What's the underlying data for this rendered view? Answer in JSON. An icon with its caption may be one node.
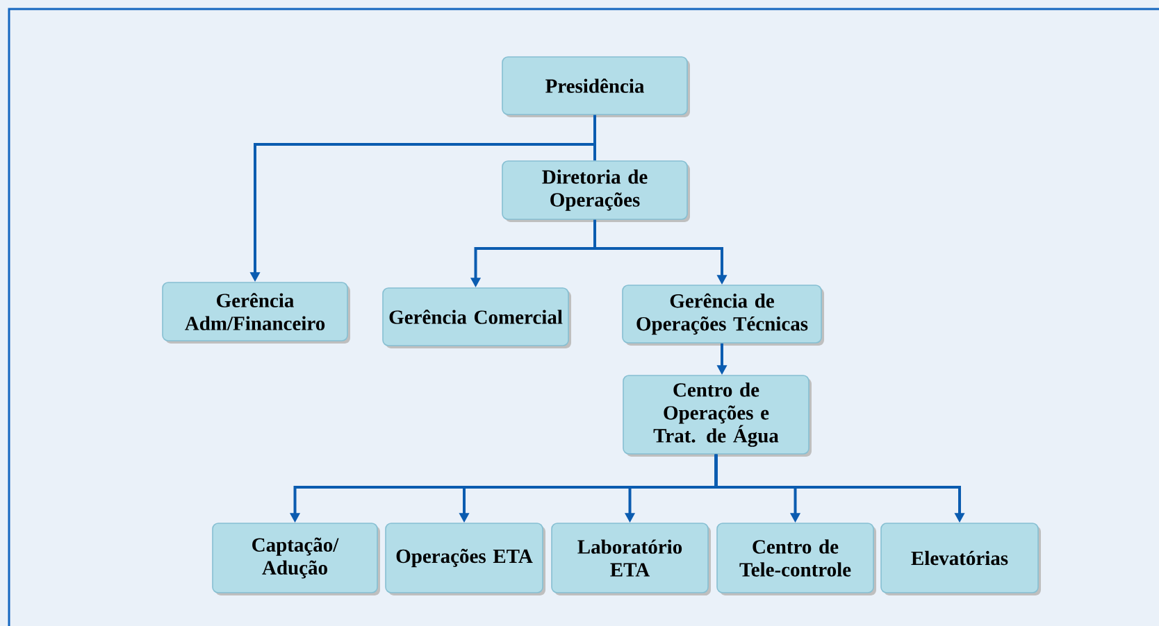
{
  "diagram": {
    "nodes": [
      {
        "text": [
          "Presidência"
        ]
      },
      {
        "text": [
          "Diretoria de Operações"
        ]
      },
      {
        "text": [
          "Gerência Adm/Financeiro"
        ]
      },
      {
        "text": [
          "Gerência Comercial"
        ]
      },
      {
        "text": [
          "Gerência de Operações Técnicas"
        ]
      },
      {
        "text": [
          "Centro de Operações e Trat. de Água"
        ]
      },
      {
        "text": [
          "Captação/ Adução"
        ]
      },
      {
        "text": [
          "Operações ETA"
        ]
      },
      {
        "text": [
          "Laboratório ETA"
        ]
      },
      {
        "text": [
          "Centro de Tele-controle"
        ]
      },
      {
        "text": [
          "Elevatórias"
        ]
      }
    ],
    "edges": [
      {
        "from": 0,
        "to": 1,
        "arrow": "none"
      },
      {
        "from": 0,
        "to": 2,
        "arrow": "to"
      },
      {
        "from": 1,
        "to": 3,
        "arrow": "to"
      },
      {
        "from": 1,
        "to": 4,
        "arrow": "to"
      },
      {
        "from": 4,
        "to": 5,
        "arrow": "to"
      },
      {
        "from": 5,
        "to": 6,
        "arrow": "to"
      },
      {
        "from": 5,
        "to": 7,
        "arrow": "to"
      },
      {
        "from": 5,
        "to": 8,
        "arrow": "to"
      },
      {
        "from": 5,
        "to": 9,
        "arrow": "to"
      },
      {
        "from": 5,
        "to": 10,
        "arrow": "to"
      }
    ]
  }
}
